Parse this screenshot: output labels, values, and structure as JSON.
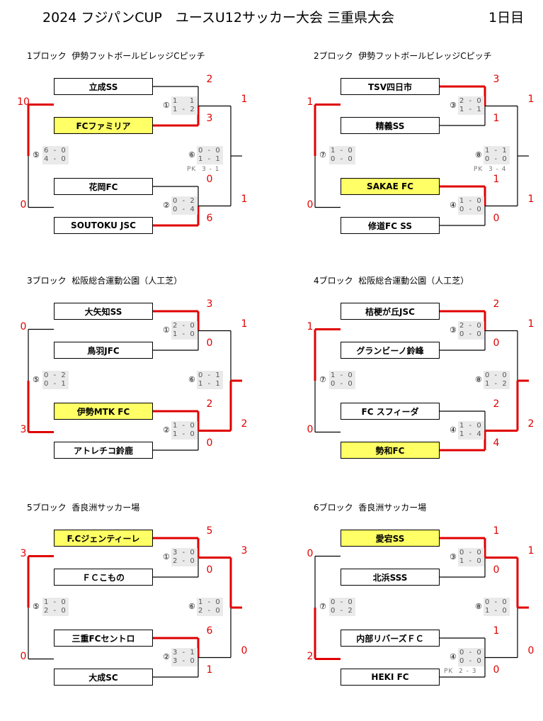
{
  "header": {
    "title": "2024 フジパンCUP　ユースU12サッカー大会 三重県大会",
    "day": "1日目"
  },
  "colors": {
    "winner_line": "#e00000",
    "loser_line": "#000000",
    "highlight": "#ffff66"
  },
  "blocks": [
    {
      "venue": "1ブロック  伊勢フットボールビレッジCピッチ",
      "teams": [
        "立成SS",
        "FCファミリア",
        "花岡FC",
        "SOUTOKU  JSC"
      ],
      "highlight": [
        1
      ],
      "r1": [
        {
          "num": "①",
          "s1": "1   1",
          "s2": "1 - 2",
          "top": "2",
          "bot": "3",
          "win": 1
        },
        {
          "num": "②",
          "s1": "0 - 2",
          "s2": "0 - 4",
          "top": "0",
          "bot": "6",
          "win": 1
        }
      ],
      "final_left": {
        "num": "⑤",
        "s1": "6 - 0",
        "s2": "4 - 0",
        "top": "10",
        "bot": "0",
        "win": 0,
        "pk": ""
      },
      "final_right": {
        "num": "⑥",
        "s1": "0 - 0",
        "s2": "1 - 1",
        "top": "1",
        "bot": "1",
        "win": -1,
        "pk": "PK  3 - 1"
      }
    },
    {
      "venue": "2ブロック  伊勢フットボールビレッジCピッチ",
      "teams": [
        "TSV四日市",
        "精義SS",
        "SAKAE  FC",
        "修道FC SS"
      ],
      "highlight": [
        2
      ],
      "r1": [
        {
          "num": "③",
          "s1": "2 - 0",
          "s2": "1 - 1",
          "top": "3",
          "bot": "1",
          "win": 0
        },
        {
          "num": "④",
          "s1": "1 - 0",
          "s2": "0 - 0",
          "top": "1",
          "bot": "0",
          "win": 0
        }
      ],
      "final_left": {
        "num": "⑦",
        "s1": "1 - 0",
        "s2": "0 - 0",
        "top": "1",
        "bot": "0",
        "win": 0,
        "pk": ""
      },
      "final_right": {
        "num": "⑧",
        "s1": "1 - 1",
        "s2": "0 - 0",
        "top": "1",
        "bot": "1",
        "win": -1,
        "pk": "PK  3 - 4"
      }
    },
    {
      "venue": "3ブロック  松阪総合運動公園（人工芝）",
      "teams": [
        "大矢知SS",
        "鳥羽JFC",
        "伊勢MTK FC",
        "アトレチコ鈴鹿"
      ],
      "highlight": [
        2
      ],
      "r1": [
        {
          "num": "①",
          "s1": "2 - 0",
          "s2": "1 - 0",
          "top": "3",
          "bot": "0",
          "win": 0
        },
        {
          "num": "②",
          "s1": "1 - 0",
          "s2": "1 - 0",
          "top": "2",
          "bot": "0",
          "win": 0
        }
      ],
      "final_left": {
        "num": "⑤",
        "s1": "0 - 2",
        "s2": "0 - 1",
        "top": "0",
        "bot": "3",
        "win": 1,
        "pk": ""
      },
      "final_right": {
        "num": "⑥",
        "s1": "0 - 1",
        "s2": "1 - 1",
        "top": "1",
        "bot": "2",
        "win": 1,
        "pk": ""
      }
    },
    {
      "venue": "4ブロック  松阪総合運動公園（人工芝）",
      "teams": [
        "桔梗が丘JSC",
        "グランビーノ鈴峰",
        "FC スフィーダ",
        "勢和FC"
      ],
      "highlight": [
        3
      ],
      "r1": [
        {
          "num": "③",
          "s1": "2 - 0",
          "s2": "0 - 0",
          "top": "2",
          "bot": "0",
          "win": 0
        },
        {
          "num": "④",
          "s1": "1 - 0",
          "s2": "1 - 4",
          "top": "2",
          "bot": "4",
          "win": 1
        }
      ],
      "final_left": {
        "num": "⑦",
        "s1": "1 - 0",
        "s2": "0 - 0",
        "top": "1",
        "bot": "0",
        "win": 0,
        "pk": ""
      },
      "final_right": {
        "num": "⑧",
        "s1": "0 - 0",
        "s2": "1 - 2",
        "top": "1",
        "bot": "2",
        "win": 1,
        "pk": ""
      }
    },
    {
      "venue": "5ブロック  香良洲サッカー場",
      "teams": [
        "F.Cジェンティーレ",
        "ＦＣこもの",
        "三重FCセントロ",
        "大成SC"
      ],
      "highlight": [
        0
      ],
      "r1": [
        {
          "num": "①",
          "s1": "3 - 0",
          "s2": "2 - 0",
          "top": "5",
          "bot": "0",
          "win": 0
        },
        {
          "num": "②",
          "s1": "3 - 1",
          "s2": "3 - 0",
          "top": "6",
          "bot": "1",
          "win": 0
        }
      ],
      "final_left": {
        "num": "⑤",
        "s1": "1 - 0",
        "s2": "2 - 0",
        "top": "3",
        "bot": "0",
        "win": 0,
        "pk": ""
      },
      "final_right": {
        "num": "⑥",
        "s1": "1 - 0",
        "s2": "2 - 0",
        "top": "3",
        "bot": "0",
        "win": 0,
        "pk": ""
      }
    },
    {
      "venue": "6ブロック  香良洲サッカー場",
      "teams": [
        "愛宕SS",
        "北浜SSS",
        "内部リバーズＦＣ",
        "HEKI FC"
      ],
      "highlight": [
        0
      ],
      "r1": [
        {
          "num": "③",
          "s1": "0 - 0",
          "s2": "1 - 0",
          "top": "1",
          "bot": "0",
          "win": 0
        },
        {
          "num": "④",
          "s1": "0 - 0",
          "s2": "0 - 0",
          "top": "1",
          "bot": "0",
          "win": -1,
          "pk": "PK  2 - 3"
        }
      ],
      "final_left": {
        "num": "⑦",
        "s1": "0 - 0",
        "s2": "0 - 2",
        "top": "0",
        "bot": "2",
        "win": 1,
        "pk": ""
      },
      "final_right": {
        "num": "⑧",
        "s1": "0 - 0",
        "s2": "1 - 0",
        "top": "1",
        "bot": "0",
        "win": 0,
        "pk": ""
      }
    }
  ]
}
